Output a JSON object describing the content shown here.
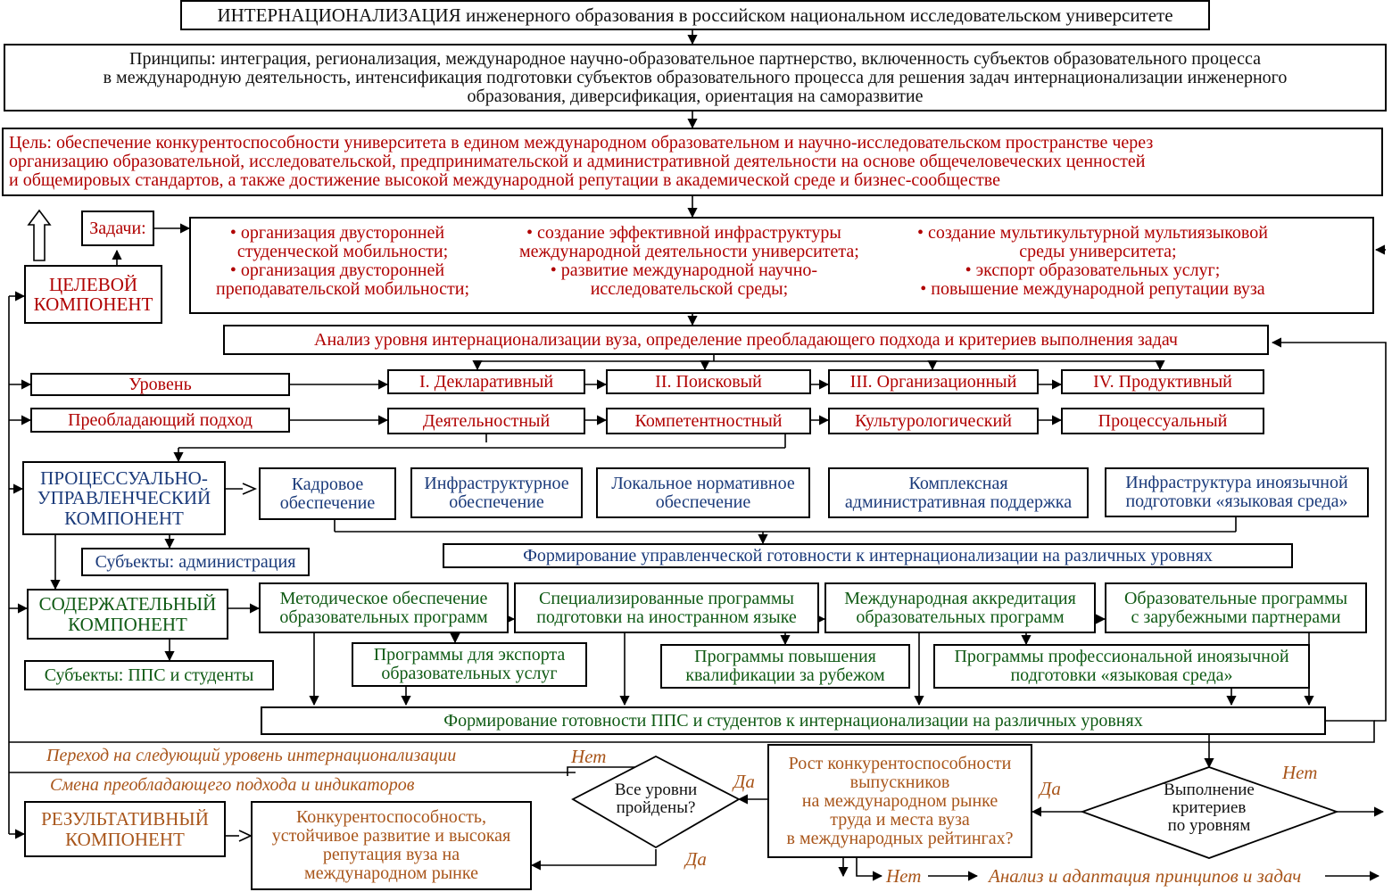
{
  "header": {
    "title": "ИНТЕРНАЦИОНАЛИЗАЦИЯ инженерного образования в российском национальном исследовательском университете"
  },
  "principles": {
    "line1": "Принципы: интеграция, регионализация,  международное научно-образовательное партнерство, включенность субъектов образовательного процесса",
    "line2": "в международную  деятельность, интенсификация подготовки субъектов образовательного процесса для решения задач интернационализации инженерного",
    "line3": "образования, диверсификация, ориентация на саморазвитие"
  },
  "goal": {
    "line1": "Цель:  обеспечение  конкурентоспособности  университета  в  едином  международном  образовательном  и  научно-исследовательском  пространстве  через",
    "line2": "организацию образовательной,  исследовательской,  предпринимательской  и административной  деятельности на основе общечеловеческих  ценностей",
    "line3": "и общемировых  стандартов,  а также достижение высокой международной репутации в академической среде и бизнес-сообществе"
  },
  "tasks": {
    "label": "Задачи:",
    "col1": [
      "• организация двусторонней",
      "студенческой мобильности;",
      "• организация двусторонней",
      "преподавательской мобильности;"
    ],
    "col2": [
      "• создание эффективной инфраструктуры",
      "международной деятельности университета;",
      "• развитие международной научно-",
      "исследовательской среды;"
    ],
    "col3": [
      "• создание мультикультурной  мультиязыковой",
      "среды университета;",
      "• экспорт образовательных услуг;",
      "• повышение международной репутации вуза"
    ]
  },
  "target_component": {
    "line1": "ЦЕЛЕВОЙ",
    "line2": "КОМПОНЕНТ"
  },
  "analysis": "Анализ  уровня  интернационализации  вуза,  определение  преобладающего   подхода  и критериев  выполнения  задач",
  "levels": {
    "label": "Уровень",
    "items": [
      "I. Декларативный",
      "II. Поисковый",
      "III. Организационный",
      "IV. Продуктивный"
    ]
  },
  "approaches": {
    "label": "Преобладающий  подход",
    "items": [
      "Деятельностный",
      "Компетентностный",
      "Культурологический",
      "Процессуальный"
    ]
  },
  "process_component": {
    "line1": "ПРОЦЕССУАЛЬНО-",
    "line2": "УПРАВЛЕНЧЕСКИЙ",
    "line3": "КОМПОНЕНТ",
    "subjects": "Субъекты:  администрация",
    "items": [
      {
        "l1": "Кадровое",
        "l2": "обеспечение"
      },
      {
        "l1": "Инфраструктурное",
        "l2": "обеспечение"
      },
      {
        "l1": "Локальное нормативное",
        "l2": "обеспечение"
      },
      {
        "l1": "Комплексная",
        "l2": "административная поддержка"
      },
      {
        "l1": "Инфраструктура  иноязычной",
        "l2": "подготовки  «языковая среда»"
      }
    ],
    "readiness": "Формирование  управленческой  готовности  к  интернационализации  на различных  уровнях"
  },
  "content_component": {
    "line1": "СОДЕРЖАТЕЛЬНЫЙ",
    "line2": "КОМПОНЕНТ",
    "subjects": "Субъекты:  ППС  и студенты",
    "row1": [
      {
        "l1": "Методическое  обеспечение",
        "l2": "образовательных  программ"
      },
      {
        "l1": "Специализированные  программы",
        "l2": "подготовки  на иностранном языке"
      },
      {
        "l1": "Международная  аккредитация",
        "l2": "образовательных  программ"
      },
      {
        "l1": "Образовательные  программы",
        "l2": "с зарубежными партнерами"
      }
    ],
    "row2": [
      {
        "l1": "Программы  для экспорта",
        "l2": "образовательных  услуг"
      },
      {
        "l1": "Программы  повышения",
        "l2": "квалификации за рубежом"
      },
      {
        "l1": "Программы  профессиональной  иноязычной",
        "l2": "подготовки  «языковая среда»"
      }
    ],
    "readiness": "Формирование   готовности  ППС  и студентов  к интернационализации  на различных  уровнях"
  },
  "transitions": {
    "next_level": "Переход на следующий уровень интернационализации",
    "change_approach": "Смена преобладающего  подхода  и индикаторов"
  },
  "decision_all_levels": {
    "line1": "Все уровни",
    "line2": "пройдены?",
    "no": "Нет",
    "yes_left": "Да",
    "yes_down": "Да"
  },
  "competitiveness": {
    "line1": "Рост конкурентоспособности",
    "line2": "выпускников",
    "line3": "на международном рынке",
    "line4": "труда и места вуза",
    "line5": "в международных рейтингах?"
  },
  "decision_criteria": {
    "line1": "Выполнение",
    "line2": "критериев",
    "line3": "по уровням",
    "no": "Нет",
    "yes": "Да"
  },
  "result_component": {
    "line1": "РЕЗУЛЬТАТИВНЫЙ",
    "line2": "КОМПОНЕНТ",
    "outcome1": "Конкурентоспособность,",
    "outcome2": "устойчивое  развитие и высокая",
    "outcome3": "репутация  вуза  на",
    "outcome4": "международном  рынке"
  },
  "bottom": {
    "no": "Нет",
    "analysis": "Анализ  и адаптация  принципов и задач"
  }
}
